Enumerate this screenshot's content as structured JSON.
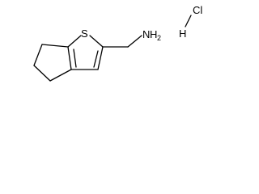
{
  "molecule": {
    "atoms": {
      "sulfur": "S",
      "amine_n": "N",
      "amine_h": "H",
      "amine_h_count": "2",
      "hcl_h": "H",
      "hcl_cl": "Cl"
    },
    "colors": {
      "bond": "#000000",
      "label": "#000000",
      "background": "#ffffff"
    }
  }
}
